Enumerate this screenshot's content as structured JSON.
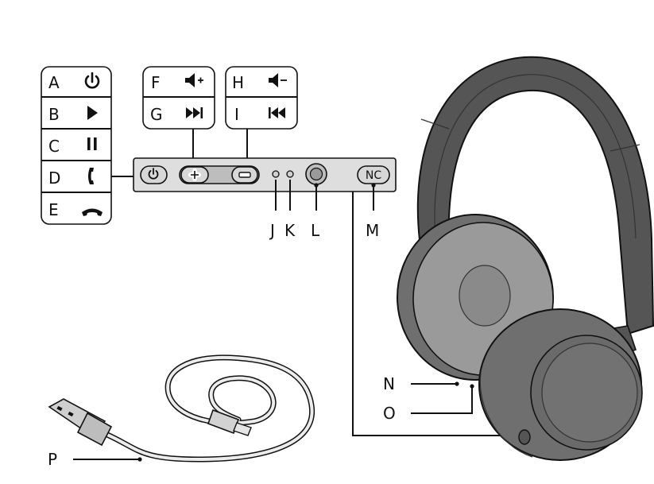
{
  "legend_power_group": {
    "items": [
      {
        "letter": "A",
        "icon": "power-icon"
      },
      {
        "letter": "B",
        "icon": "play-icon"
      },
      {
        "letter": "C",
        "icon": "pause-icon"
      },
      {
        "letter": "D",
        "icon": "answer-call-icon"
      },
      {
        "letter": "E",
        "icon": "end-call-icon"
      }
    ]
  },
  "legend_plus_group": {
    "items": [
      {
        "letter": "F",
        "icon": "volume-up-icon"
      },
      {
        "letter": "G",
        "icon": "next-track-icon"
      }
    ]
  },
  "legend_minus_group": {
    "items": [
      {
        "letter": "H",
        "icon": "volume-down-icon"
      },
      {
        "letter": "I",
        "icon": "previous-track-icon"
      }
    ]
  },
  "control_panel": {
    "nc_button_label": "NC",
    "callouts": [
      "J",
      "K",
      "L",
      "M"
    ]
  },
  "headphone_callouts": [
    "N",
    "O"
  ],
  "cable_callout": "P",
  "colors": {
    "outline": "#111111",
    "panel_fill": "#dedede",
    "button_fill": "#d7d7d7",
    "headband": "#555555",
    "ear_cushion": "#9a9a9a",
    "ear_cup": "#6f6f6f"
  }
}
